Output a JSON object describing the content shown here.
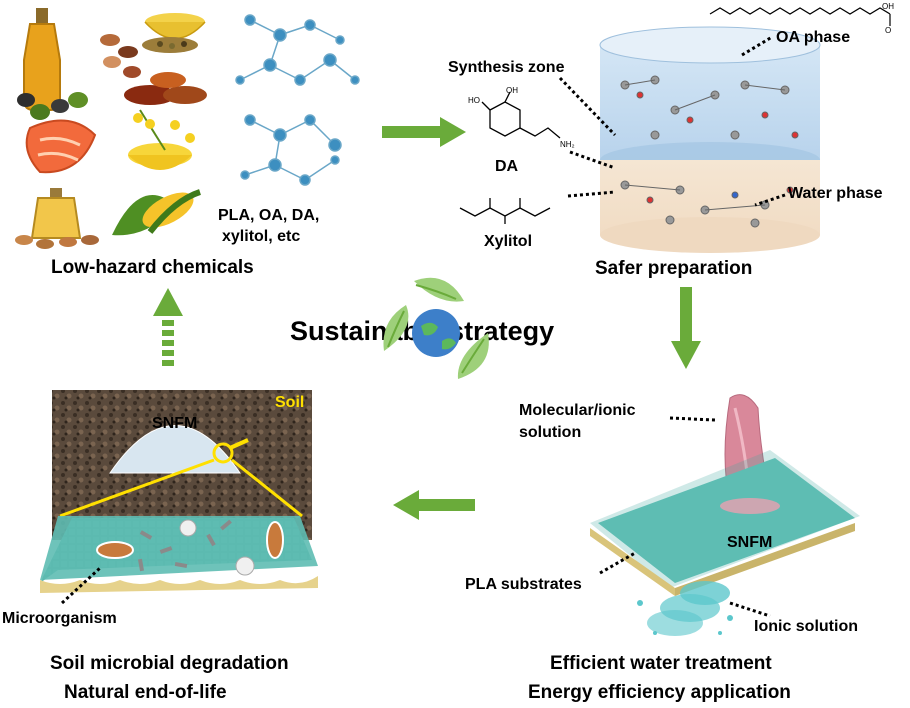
{
  "title": "Sustainable strategy",
  "top_left": {
    "caption": "Low-hazard chemicals",
    "chemicals_text_line1": "PLA, OA, DA,",
    "chemicals_text_line2": "xylitol, etc"
  },
  "top_right": {
    "caption": "Safer preparation",
    "oa_phase": "OA phase",
    "synthesis_zone": "Synthesis zone",
    "water_phase": "Water phase",
    "da_label": "DA",
    "xylitol_label": "Xylitol",
    "oh_label": "OH",
    "ho_label": "HO",
    "nh2_label": "NH₂",
    "o_label": "O"
  },
  "bottom_right": {
    "caption_line1": "Efficient water treatment",
    "caption_line2": "Energy efficiency application",
    "molecular_line1": "Molecular/ionic",
    "molecular_line2": "solution",
    "snfm": "SNFM",
    "pla_substrates": "PLA substrates",
    "ionic_solution": "Ionic solution"
  },
  "bottom_left": {
    "caption_line1": "Soil microbial degradation",
    "caption_line2": "Natural end-of-life",
    "soil": "Soil",
    "snfm": "SNFM",
    "microorganism": "Microorganism"
  },
  "colors": {
    "arrow_green": "#6aab3a",
    "soil_label": "#ffe000",
    "membrane": "#3fa7a0",
    "water_phase": "#f5e6d3",
    "oa_phase": "#c8dff2"
  }
}
